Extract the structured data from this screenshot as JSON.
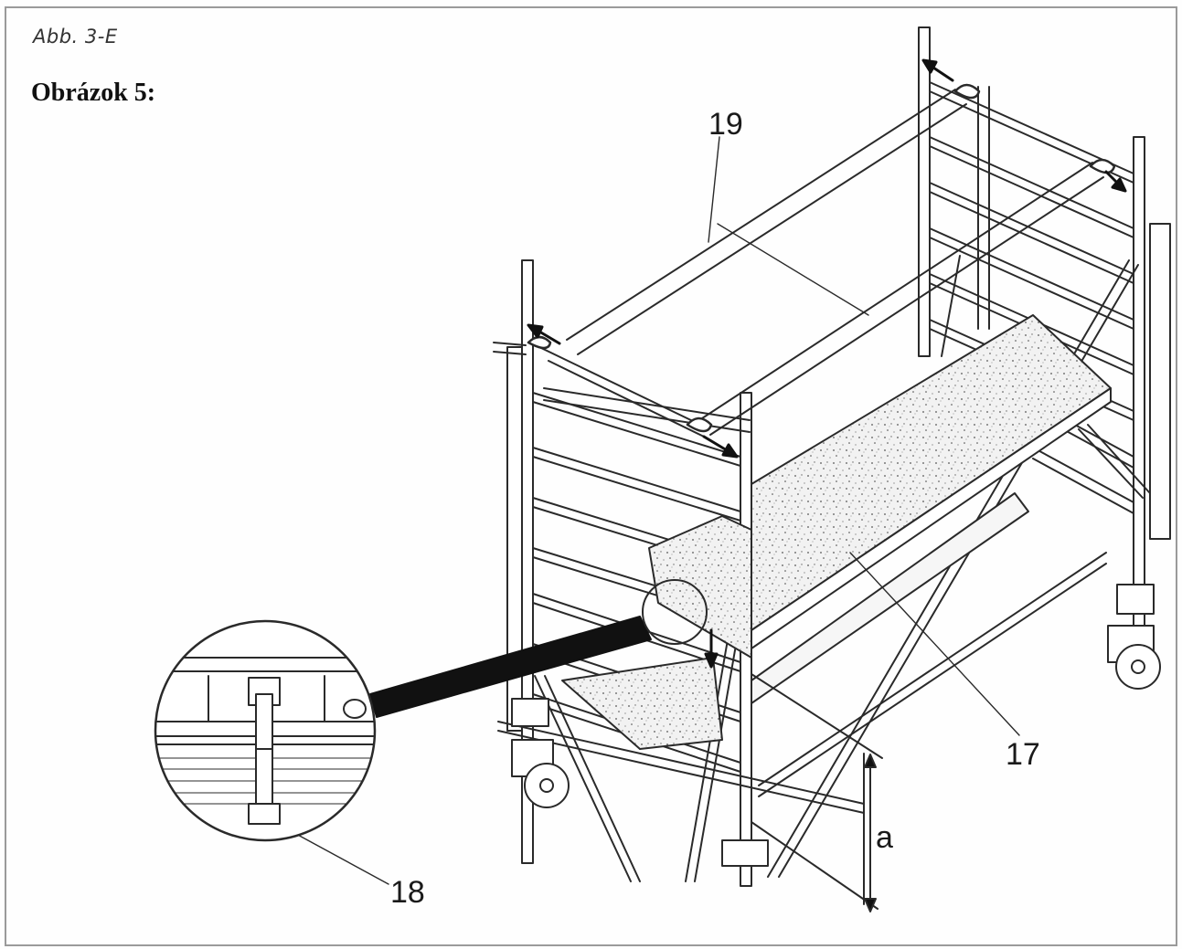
{
  "figure": {
    "label": "Abb. 3-E",
    "title": "Obrázok 5:"
  },
  "callouts": {
    "c19": "19",
    "c17": "17",
    "c18": "18",
    "ca": "a"
  },
  "colors": {
    "ink": "#2a2a2a",
    "paper": "#fefefe",
    "frame": "#9a9a9a"
  }
}
